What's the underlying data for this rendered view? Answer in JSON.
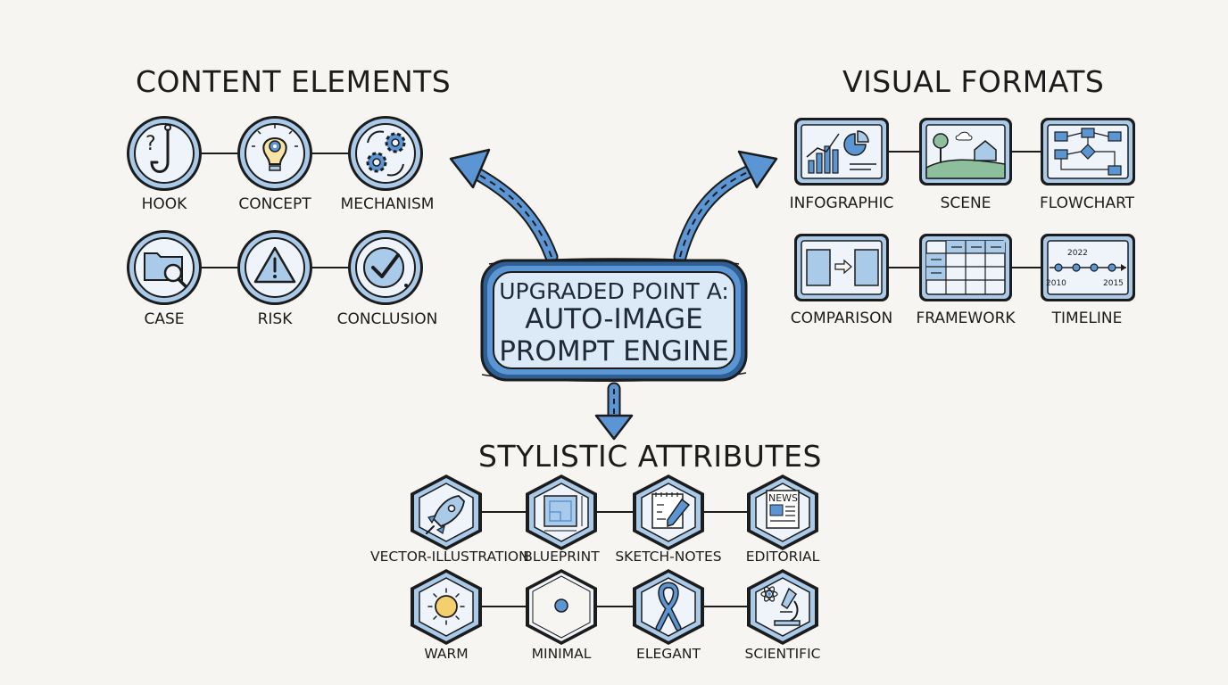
{
  "center": {
    "line1": "UPGRADED POINT A:",
    "line2": "AUTO-IMAGE",
    "line3": "PROMPT ENGINE"
  },
  "content_elements": {
    "title": "CONTENT ELEMENTS",
    "items": [
      {
        "label": "HOOK",
        "icon": "hook-icon"
      },
      {
        "label": "CONCEPT",
        "icon": "lightbulb-gear-icon"
      },
      {
        "label": "MECHANISM",
        "icon": "gears-icon"
      },
      {
        "label": "CASE",
        "icon": "folder-magnifier-icon"
      },
      {
        "label": "RISK",
        "icon": "warning-icon"
      },
      {
        "label": "CONCLUSION",
        "icon": "checkmark-icon"
      }
    ]
  },
  "visual_formats": {
    "title": "VISUAL FORMATS",
    "items": [
      {
        "label": "INFOGRAPHIC",
        "icon": "infographic-icon"
      },
      {
        "label": "SCENE",
        "icon": "landscape-icon"
      },
      {
        "label": "FLOWCHART",
        "icon": "flowchart-icon"
      },
      {
        "label": "COMPARISON",
        "icon": "comparison-icon"
      },
      {
        "label": "FRAMEWORK",
        "icon": "table-grid-icon"
      },
      {
        "label": "TIMELINE",
        "icon": "timeline-icon"
      }
    ],
    "timeline_years": [
      "2022",
      "2010",
      "2015"
    ]
  },
  "stylistic_attributes": {
    "title": "STYLISTIC ATTRIBUTES",
    "items": [
      {
        "label": "VECTOR-ILLUSTRATION",
        "icon": "rocket-icon"
      },
      {
        "label": "BLUEPRINT",
        "icon": "blueprint-icon"
      },
      {
        "label": "SKETCH-NOTES",
        "icon": "notepad-pencil-icon"
      },
      {
        "label": "EDITORIAL",
        "icon": "newspaper-icon"
      },
      {
        "label": "WARM",
        "icon": "sun-icon"
      },
      {
        "label": "MINIMAL",
        "icon": "dot-icon"
      },
      {
        "label": "ELEGANT",
        "icon": "ribbon-icon"
      },
      {
        "label": "SCIENTIFIC",
        "icon": "atom-microscope-icon"
      }
    ],
    "newspaper_text": "NEWS"
  },
  "colors": {
    "ink": "#1c1c1c",
    "accent_blue": "#5b95d3",
    "fill_blue": "#a9cbe9",
    "light_blue": "#dbeaf6",
    "sun_yellow": "#f3cf6e"
  }
}
